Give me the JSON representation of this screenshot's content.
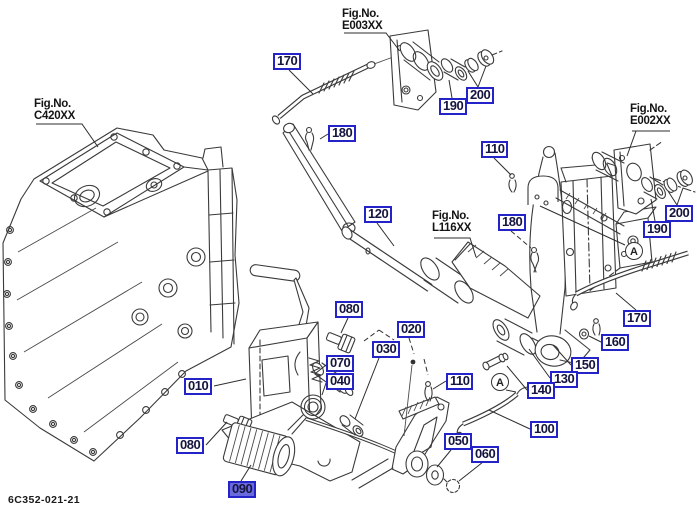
{
  "diagram": {
    "code": "6C352-021-21",
    "selected_part": "090",
    "fig_refs": [
      {
        "label": "Fig.No.",
        "code": "C420XX"
      },
      {
        "label": "Fig.No.",
        "code": "E003XX"
      },
      {
        "label": "Fig.No.",
        "code": "E002XX"
      },
      {
        "label": "Fig.No.",
        "code": "L116XX"
      }
    ],
    "callouts": [
      {
        "ref": "170",
        "selected": false
      },
      {
        "ref": "180",
        "selected": false
      },
      {
        "ref": "190",
        "selected": false
      },
      {
        "ref": "200",
        "selected": false
      },
      {
        "ref": "110",
        "selected": false
      },
      {
        "ref": "120",
        "selected": false
      },
      {
        "ref": "180",
        "selected": false
      },
      {
        "ref": "200",
        "selected": false
      },
      {
        "ref": "190",
        "selected": false
      },
      {
        "ref": "170",
        "selected": false
      },
      {
        "ref": "160",
        "selected": false
      },
      {
        "ref": "080",
        "selected": false
      },
      {
        "ref": "020",
        "selected": false
      },
      {
        "ref": "030",
        "selected": false
      },
      {
        "ref": "070",
        "selected": false
      },
      {
        "ref": "040",
        "selected": false
      },
      {
        "ref": "010",
        "selected": false
      },
      {
        "ref": "110",
        "selected": false
      },
      {
        "ref": "150",
        "selected": false
      },
      {
        "ref": "130",
        "selected": false
      },
      {
        "ref": "140",
        "selected": false
      },
      {
        "ref": "100",
        "selected": false
      },
      {
        "ref": "050",
        "selected": false
      },
      {
        "ref": "060",
        "selected": false
      },
      {
        "ref": "080",
        "selected": false
      },
      {
        "ref": "090",
        "selected": true
      }
    ],
    "view_markers": [
      {
        "text": "A"
      },
      {
        "text": "A"
      }
    ],
    "colors": {
      "callout_border": "#2323c8",
      "callout_selected_bg": "#6a6ade",
      "line_art": "#3a3a3a",
      "background": "#ffffff"
    }
  }
}
